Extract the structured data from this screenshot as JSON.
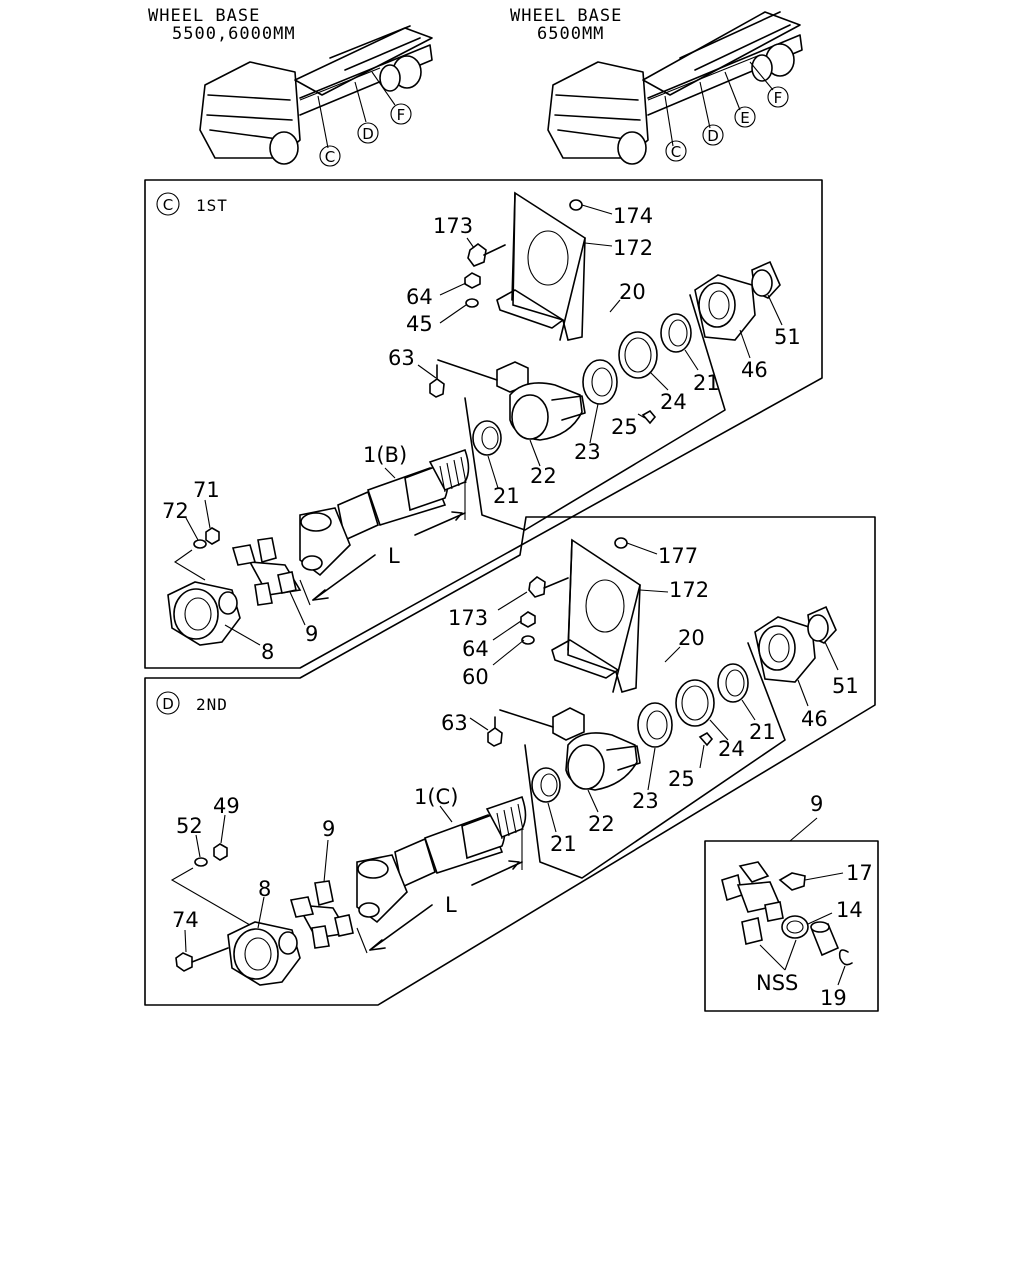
{
  "headers": {
    "left": {
      "line1": "WHEEL BASE",
      "line2": "5500,6000MM"
    },
    "right": {
      "line1": "WHEEL BASE",
      "line2": "6500MM"
    }
  },
  "truck_left_markers": [
    "C",
    "D",
    "F"
  ],
  "truck_right_markers": [
    "C",
    "D",
    "E",
    "F"
  ],
  "section_c": {
    "marker": "C",
    "title": "1ST",
    "labels": {
      "p174": "174",
      "p173": "173",
      "p172": "172",
      "p64": "64",
      "p45": "45",
      "p20": "20",
      "p51": "51",
      "p63": "63",
      "p46": "46",
      "p21a": "21",
      "p24": "24",
      "p25": "25",
      "p23": "23",
      "p1b": "1(B)",
      "p22": "22",
      "p21b": "21",
      "p71": "71",
      "p72": "72",
      "pL": "L",
      "p9": "9",
      "p8": "8"
    }
  },
  "section_d": {
    "marker": "D",
    "title": "2ND",
    "labels": {
      "p177": "177",
      "p172": "172",
      "p173": "173",
      "p64": "64",
      "p60": "60",
      "p20": "20",
      "p51": "51",
      "p63": "63",
      "p46": "46",
      "p21a": "21",
      "p24": "24",
      "p25": "25",
      "p23": "23",
      "p1c": "1(C)",
      "p22": "22",
      "p21b": "21",
      "p49": "49",
      "p52": "52",
      "p9": "9",
      "p8": "8",
      "p74": "74",
      "pL": "L"
    }
  },
  "detail": {
    "title": "9",
    "labels": {
      "p17": "17",
      "p14": "14",
      "p19": "19",
      "nss": "NSS"
    }
  }
}
